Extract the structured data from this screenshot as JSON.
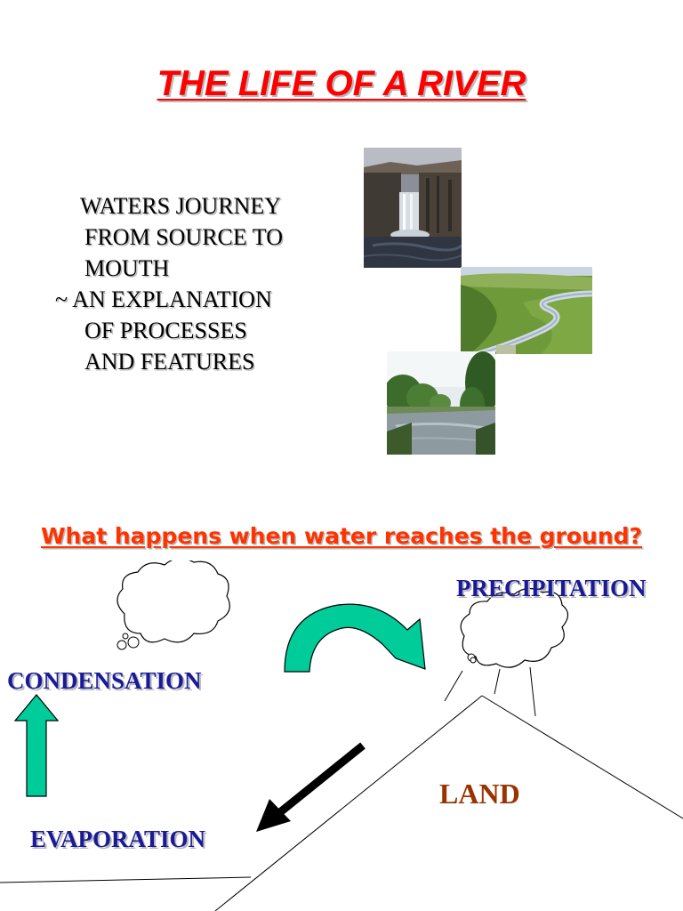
{
  "page": {
    "title": "THE LIFE OF A RIVER",
    "intro_lines": [
      "WATERS JOURNEY",
      "FROM SOURCE TO",
      "MOUTH",
      "~ AN EXPLANATION",
      "OF PROCESSES",
      "AND FEATURES"
    ],
    "photos": [
      {
        "icon": "waterfall-photo"
      },
      {
        "icon": "meandering-river-photo"
      },
      {
        "icon": "lowland-river-photo"
      }
    ],
    "question": "What happens when water reaches the ground?"
  },
  "diagram": {
    "labels": {
      "precipitation": "PRECIPITATION",
      "condensation": "CONDENSATION",
      "evaporation": "EVAPORATION",
      "land": "LAND"
    },
    "colors": {
      "cycle_label": "#1a1a99",
      "land_label": "#993300",
      "arrow_fill": "#00cc99",
      "title": "#ff0000",
      "question": "#ff3300"
    }
  }
}
